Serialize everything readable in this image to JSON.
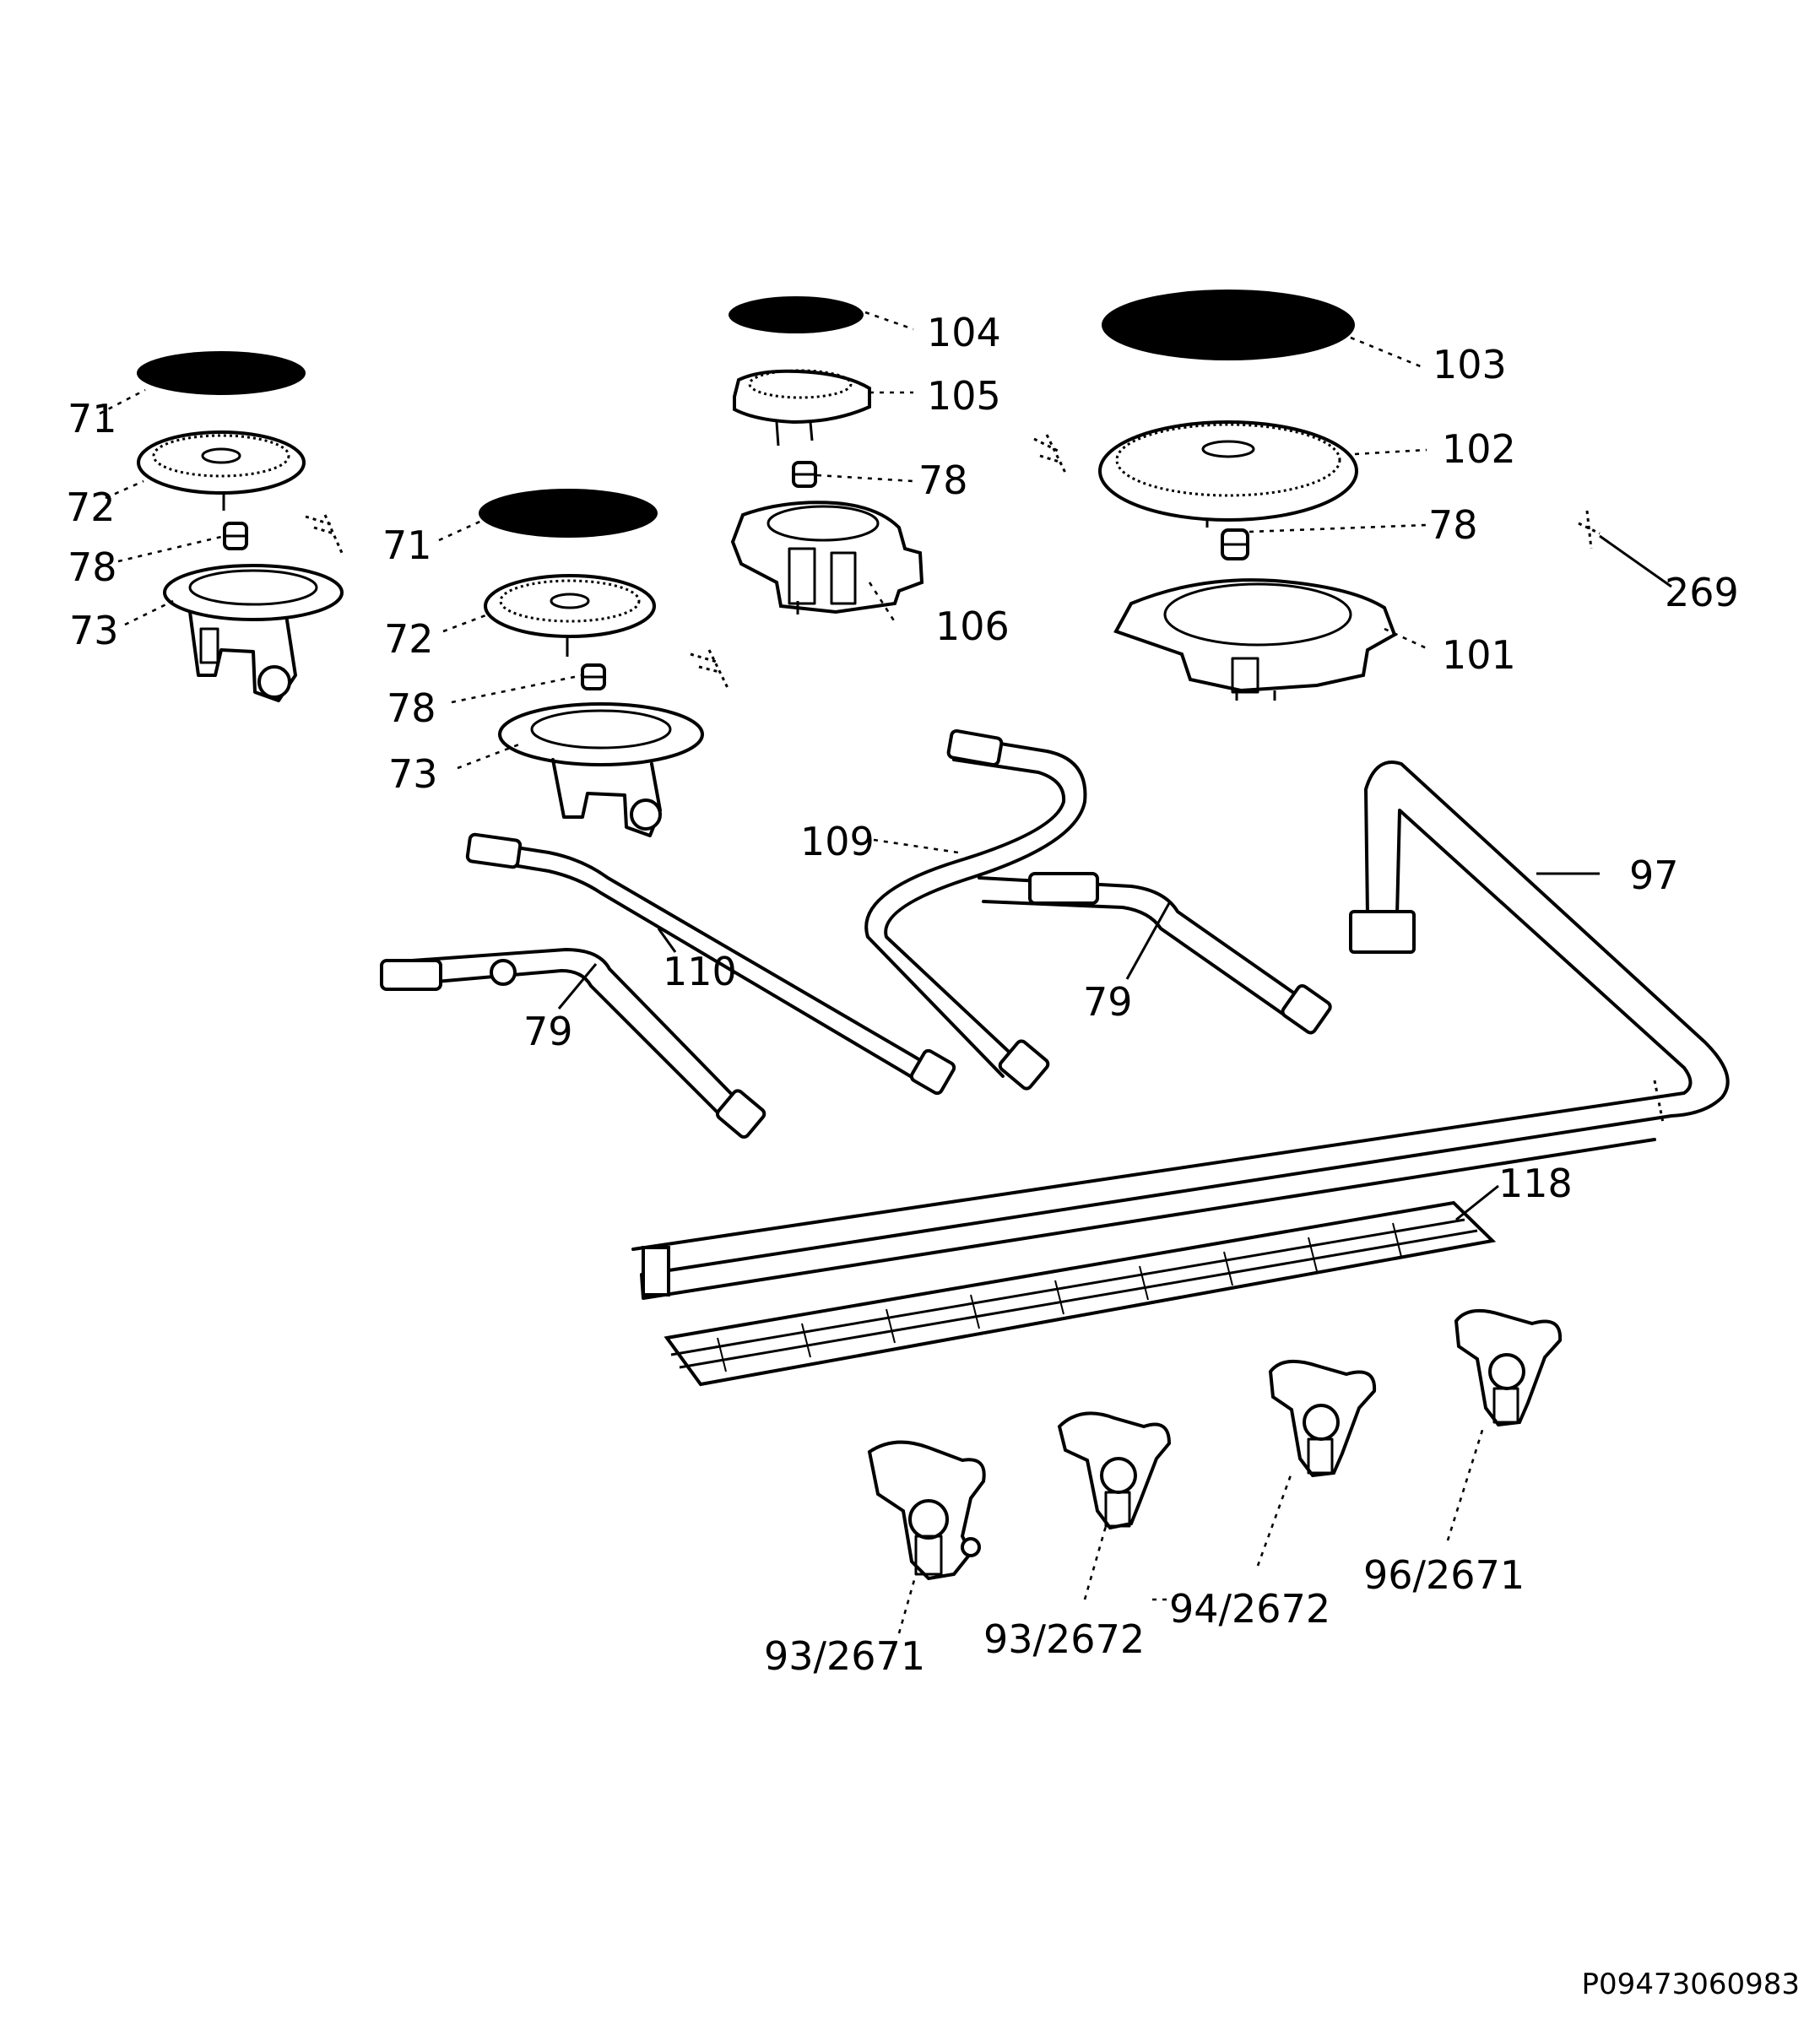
{
  "drawing_code": "P09473060983",
  "callouts": {
    "c71a": "71",
    "c72a": "72",
    "c78a": "78",
    "c73a": "73",
    "c71b": "71",
    "c72b": "72",
    "c78b": "78",
    "c73b": "73",
    "c104": "104",
    "c105": "105",
    "c78c": "78",
    "c106": "106",
    "c103": "103",
    "c102": "102",
    "c78d": "78",
    "c101": "101",
    "c269": "269",
    "c109": "109",
    "c97": "97",
    "c110": "110",
    "c79a": "79",
    "c79b": "79",
    "c118": "118",
    "c93_2671": "93/2671",
    "c93_2672": "93/2672",
    "c94_2672": "94/2672",
    "c96_2671": "96/2671"
  }
}
